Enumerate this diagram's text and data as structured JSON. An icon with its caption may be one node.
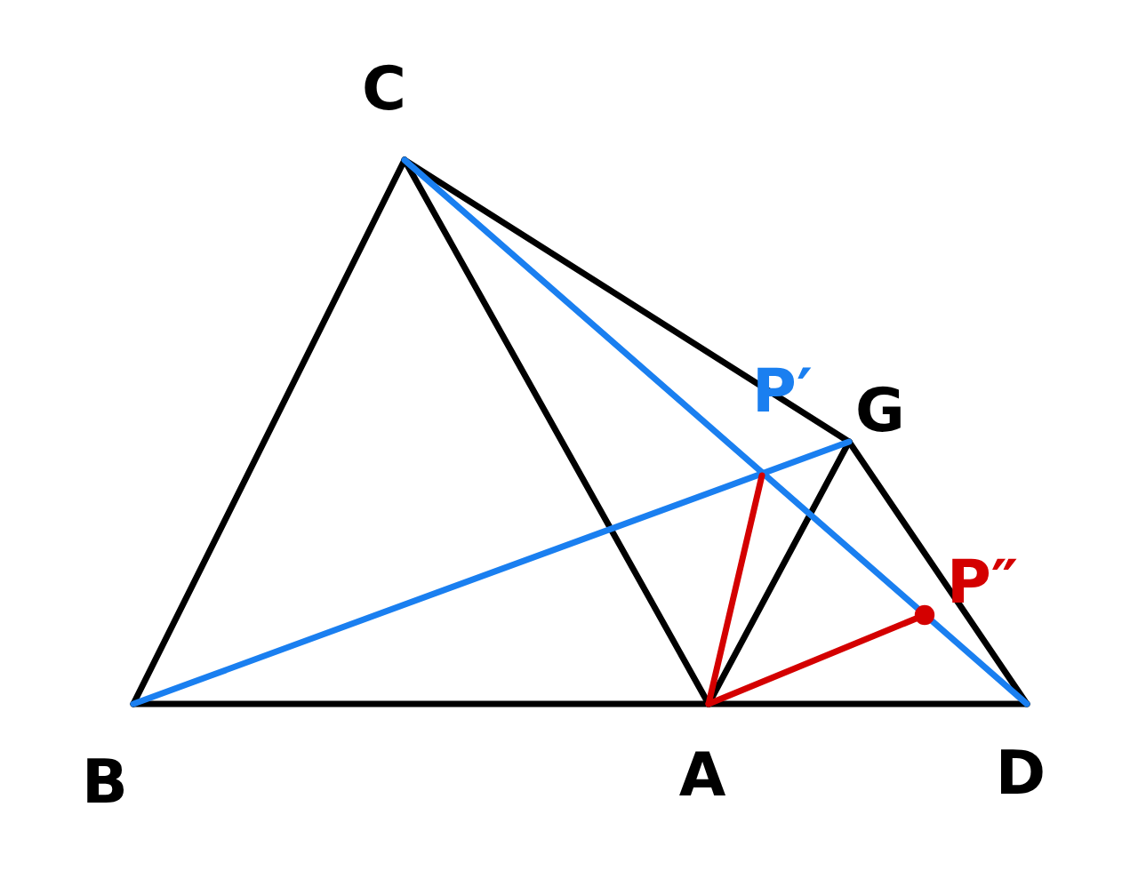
{
  "diagram": {
    "nodes": [
      {
        "text": [
          "C"
        ]
      },
      {
        "text": [
          "B"
        ]
      },
      {
        "text": [
          "A"
        ]
      },
      {
        "text": [
          "D"
        ]
      },
      {
        "text": [
          "G"
        ]
      },
      {
        "text": [
          "P′"
        ]
      },
      {
        "text": [
          "P″"
        ]
      }
    ],
    "edges": [
      {
        "from": 1,
        "to": 0,
        "arrow": "none"
      },
      {
        "from": 0,
        "to": 2,
        "arrow": "none"
      },
      {
        "from": 0,
        "to": 4,
        "arrow": "none"
      },
      {
        "from": 4,
        "to": 3,
        "arrow": "none"
      },
      {
        "from": 1,
        "to": 2,
        "arrow": "none"
      },
      {
        "from": 2,
        "to": 3,
        "arrow": "none"
      },
      {
        "from": 2,
        "to": 4,
        "arrow": "none"
      },
      {
        "from": 1,
        "to": 4,
        "arrow": "none",
        "color": "#1a7ff0"
      },
      {
        "from": 0,
        "to": 3,
        "arrow": "none",
        "color": "#1a7ff0"
      },
      {
        "from": 2,
        "to": 5,
        "arrow": "none",
        "color": "#d40000"
      },
      {
        "from": 2,
        "to": 6,
        "arrow": "other",
        "color": "#d40000"
      }
    ]
  }
}
